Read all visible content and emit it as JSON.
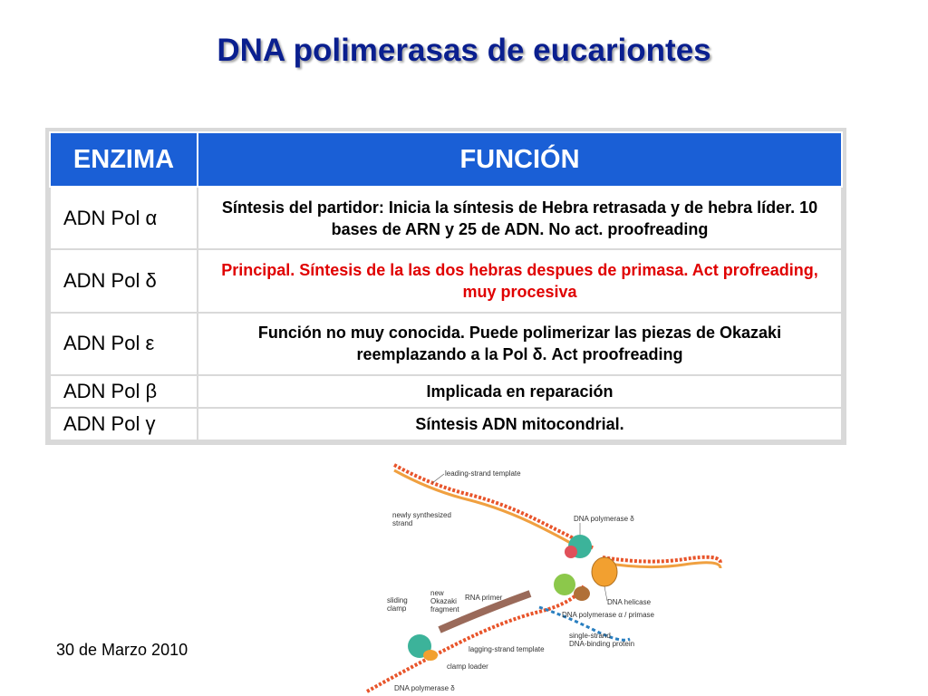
{
  "title": "DNA polimerasas de eucariontes",
  "table": {
    "headers": [
      "ENZIMA",
      "FUNCIÓN"
    ],
    "rows": [
      {
        "enzyme": "ADN Pol α",
        "function": "Síntesis del partidor: Inicia la síntesis de Hebra retrasada y de hebra líder. 10 bases de ARN y 25 de ADN. No act. proofreading",
        "color": "#000000"
      },
      {
        "enzyme": "ADN Pol δ",
        "function": "Principal.  Síntesis de la las dos hebras despues de primasa. Act profreading, muy procesiva",
        "color": "#e00000"
      },
      {
        "enzyme": "ADN Pol ε",
        "function": "Función no muy conocida. Puede polimerizar las piezas de Okazaki reemplazando a la Pol δ. Act proofreading",
        "color": "#000000"
      },
      {
        "enzyme": "ADN Pol β",
        "function": "Implicada en reparación",
        "color": "#000000"
      },
      {
        "enzyme": "ADN Pol γ",
        "function": "Síntesis ADN mitocondrial.",
        "color": "#000000"
      }
    ]
  },
  "date": "30 de Marzo 2010",
  "diagram": {
    "labels": {
      "leading_template": "leading-strand template",
      "newly_synth_1": "newly synthesized",
      "newly_synth_2": "strand",
      "pol_delta_top": "DNA polymerase δ",
      "rna_primer": "RNA primer",
      "new_okazaki_1": "new",
      "new_okazaki_2": "Okazaki",
      "new_okazaki_3": "fragment",
      "sliding_clamp_1": "sliding",
      "sliding_clamp_2": "clamp",
      "dna_helicase": "DNA helicase",
      "pol_alpha_primase": "DNA polymerase α / primase",
      "ssb_1": "single-strand",
      "ssb_2": "DNA-binding protein",
      "lagging_template": "lagging-strand template",
      "clamp_loader": "clamp loader",
      "pol_delta_bottom": "DNA polymerase δ"
    }
  }
}
